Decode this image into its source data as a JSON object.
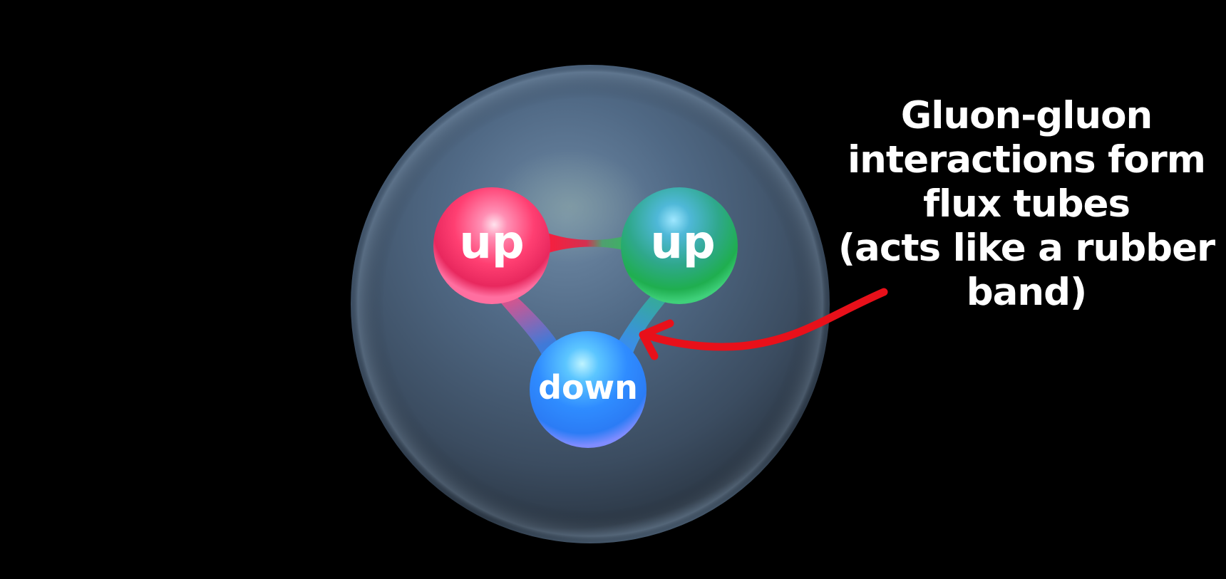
{
  "annotation": {
    "lines": [
      "Gluon-gluon",
      "interactions form",
      "flux tubes",
      "(acts like a rubber",
      "band)"
    ]
  },
  "quarks": [
    {
      "label": "up",
      "color": "#ff3d78"
    },
    {
      "label": "up",
      "color": "#2fbf7a"
    },
    {
      "label": "down",
      "color": "#2f8cff"
    }
  ],
  "colors": {
    "background": "#000000",
    "proton": "#4f6682",
    "arrow": "#e8101a",
    "text": "#ffffff"
  }
}
